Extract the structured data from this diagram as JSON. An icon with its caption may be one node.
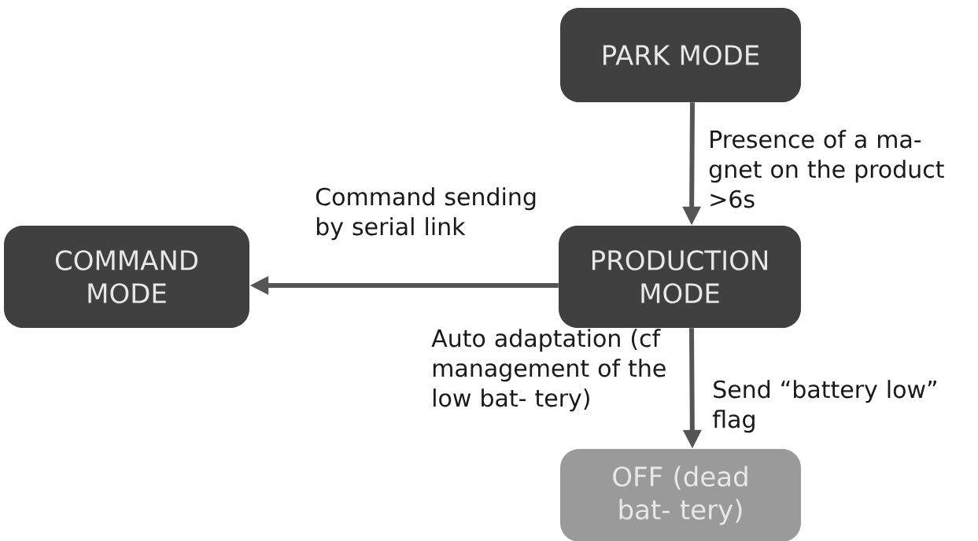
{
  "diagram": {
    "nodes": [
      {
        "text": [
          "PARK MODE"
        ]
      },
      {
        "text": [
          "COMMAND MODE"
        ]
      },
      {
        "text": [
          "PRODUCTION MODE"
        ]
      },
      {
        "text": [
          "OFF (dead bat- tery)"
        ]
      }
    ],
    "edges": [
      {
        "from": 0,
        "to": 2,
        "arrow": "to",
        "label": "Presence of a ma- gnet on the product >6s"
      },
      {
        "from": 2,
        "to": 1,
        "arrow": "to",
        "label": "Command sending by serial link"
      },
      {
        "from": 2,
        "to": 3,
        "arrow": "to",
        "label": "Send “battery low” flag"
      }
    ],
    "labels": [
      "Auto adaptation (cf management of the low bat- tery)"
    ]
  }
}
